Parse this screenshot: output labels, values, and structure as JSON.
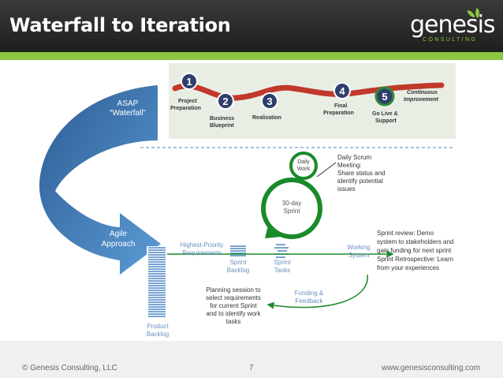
{
  "slide": {
    "title": "Waterfall to Iteration",
    "logo_word": "genesis",
    "logo_sub": "CONSULTING"
  },
  "arrows": {
    "waterfall_line1": "ASAP",
    "waterfall_line2": "“Waterfall”",
    "agile_line1": "Agile",
    "agile_line2": "Approach"
  },
  "roadmap": {
    "steps": [
      {
        "num": "1",
        "label_line1": "Project",
        "label_line2": "Preparation"
      },
      {
        "num": "2",
        "label_line1": "Business",
        "label_line2": "Blueprint"
      },
      {
        "num": "3",
        "label_line1": "Realization",
        "label_line2": ""
      },
      {
        "num": "4",
        "label_line1": "Final",
        "label_line2": "Preparation"
      },
      {
        "num": "5",
        "label_line1": "Go Live &",
        "label_line2": "Support"
      }
    ],
    "continuous": [
      "Continuous",
      "Improvement"
    ]
  },
  "scrum": {
    "daily_work": [
      "Daily",
      "Work"
    ],
    "daily_meeting": [
      "Daily Scrum",
      "Meeting:",
      "Share status and",
      "identify potential",
      "issues"
    ],
    "sprint": [
      "30-day",
      "Sprint"
    ],
    "highest_priority": [
      "Highest-Priority",
      "Requirements"
    ],
    "sprint_backlog": [
      "Sprint",
      "Backlog"
    ],
    "sprint_tasks": [
      "Sprint",
      "Tasks"
    ],
    "working_system": [
      "Working",
      "System"
    ],
    "review": [
      "Sprint review: Demo",
      "system to stakeholders and",
      "gain funding for next sprint",
      "Sprint Retrospective: Learn",
      "from your experiences"
    ],
    "funding": [
      "Funding &",
      "Feedback"
    ],
    "planning": [
      "Planning session to",
      "select requirements",
      "for current Sprint",
      "and to identify work",
      "tasks"
    ],
    "product_backlog": [
      "Product",
      "Backlog"
    ]
  },
  "footer": {
    "copyright": "© Genesis Consulting, LLC",
    "page": "7",
    "url": "www.genesisconsulting.com"
  },
  "colors": {
    "accent_green": "#8dc63f",
    "arrow_blue": "#3f78b8",
    "scrum_green": "#1a8a2a",
    "roadmap_red": "#c0392b"
  }
}
